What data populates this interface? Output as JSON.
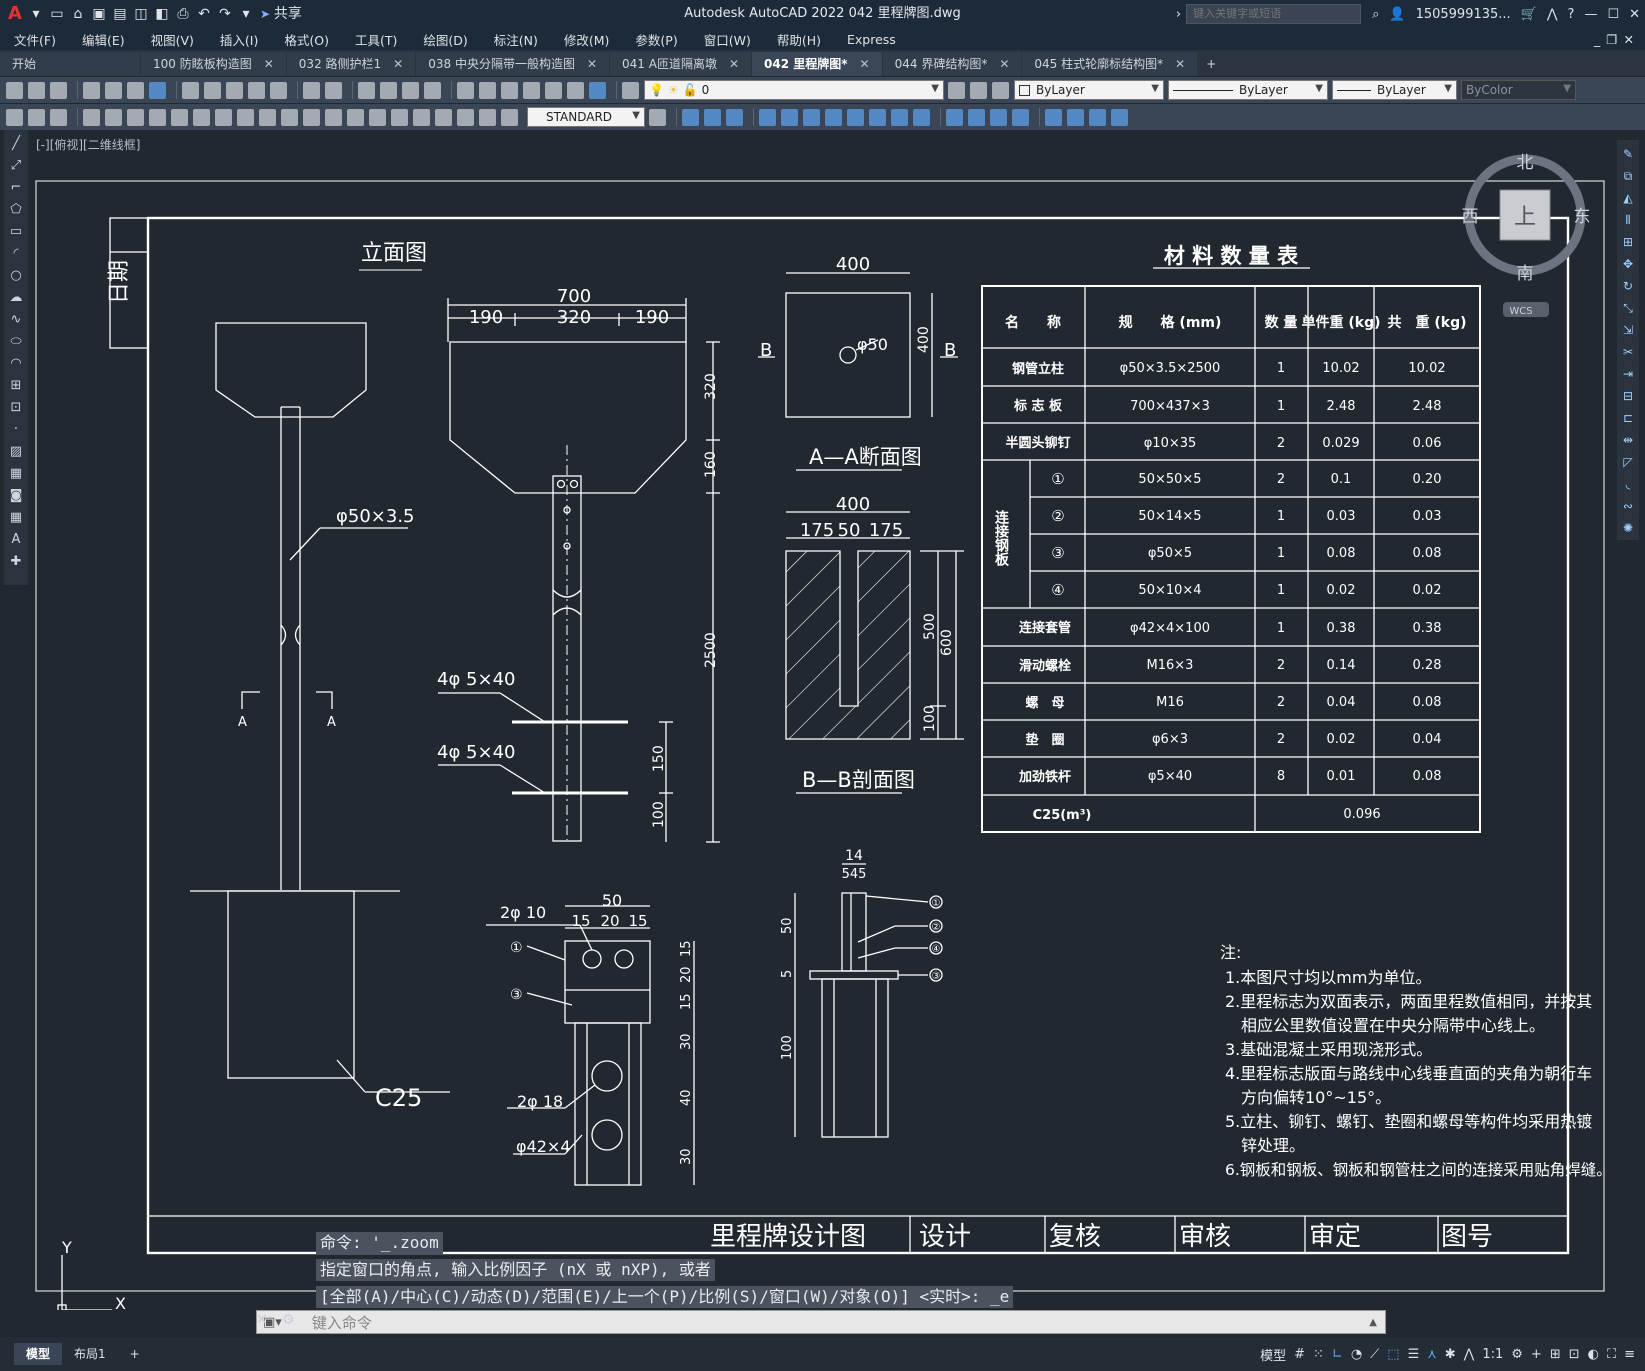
{
  "app": {
    "title": "Autodesk AutoCAD 2022    042 里程牌图.dwg",
    "search_placeholder": "键入关键字或短语",
    "user": "1505999135...",
    "share": "共享",
    "logo": "A"
  },
  "menu": [
    "文件(F)",
    "编辑(E)",
    "视图(V)",
    "插入(I)",
    "格式(O)",
    "工具(T)",
    "绘图(D)",
    "标注(N)",
    "修改(M)",
    "参数(P)",
    "窗口(W)",
    "帮助(H)",
    "Express"
  ],
  "tabs": [
    {
      "label": "开始"
    },
    {
      "label": "100 防眩板构造图"
    },
    {
      "label": "032 路侧护栏1"
    },
    {
      "label": "038 中央分隔带一般构造图"
    },
    {
      "label": "041 A匝道隔离墩"
    },
    {
      "label": "042 里程牌图*",
      "active": true
    },
    {
      "label": "044 界碑结构图*"
    },
    {
      "label": "045 柱式轮廓标结构图*"
    }
  ],
  "toolbar": {
    "layer": "0",
    "color": "ByLayer",
    "linetype": "ByLayer",
    "lineweight": "ByLayer",
    "plotstyle": "ByColor",
    "textstyle": "STANDARD"
  },
  "view_label": "[-][俯视][二维线框]",
  "viewcube": {
    "north": "北",
    "south": "南",
    "east": "东",
    "west": "西",
    "top": "上",
    "wcs": "WCS"
  },
  "drawing": {
    "elev_title": "立面图",
    "date": "日期",
    "pipe": "φ50×3.5",
    "c25": "C25",
    "secA": "A",
    "dim700": "700",
    "dim190": "190",
    "dim320": "320",
    "dim320v": "320",
    "dim160": "160",
    "dim2500": "2500",
    "dim150": "150",
    "dim100": "100",
    "bolt1": "4φ 5×40",
    "bolt2": "4φ 5×40",
    "aa_w": "400",
    "aa_h": "400",
    "aa_d": "φ50",
    "aa_b": "B",
    "aa_title": "A—A断面图",
    "bb_w": "400",
    "bb_175a": "175",
    "bb_50": "50",
    "bb_175b": "175",
    "bb_500": "500",
    "bb_600": "600",
    "bb_100": "100",
    "bb_title": "B—B剖面图",
    "dt_50": "50",
    "dt_15a": "15",
    "dt_20": "20",
    "dt_15b": "15",
    "dt_h10": "2φ 10",
    "dt_h18": "2φ 18",
    "dt_t": "φ42×4",
    "dt_v15a": "15",
    "dt_v20": "20",
    "dt_v15b": "15",
    "dt_v30a": "30",
    "dt_v40": "40",
    "dt_v30b": "30",
    "sd_14": "14",
    "sd_54": "545",
    "sd_50": "50",
    "sd_5": "5",
    "sd_100": "100",
    "c1": "①",
    "c2": "②",
    "c3": "③",
    "c4": "④"
  },
  "table": {
    "title": "材 料 数 量 表",
    "headers": [
      "名　　称",
      "规　　格\n(mm)",
      "数 量",
      "单件重\n(kg)",
      "共　重\n(kg)"
    ],
    "rows": [
      [
        "钢管立柱",
        "φ50×3.5×2500",
        "1",
        "10.02",
        "10.02"
      ],
      [
        "标 志 板",
        "700×437×3",
        "1",
        "2.48",
        "2.48"
      ],
      [
        "半圆头铆钉",
        "φ10×35",
        "2",
        "0.029",
        "0.06"
      ],
      [
        "①",
        "50×50×5",
        "2",
        "0.1",
        "0.20"
      ],
      [
        "②",
        "50×14×5",
        "1",
        "0.03",
        "0.03"
      ],
      [
        "③",
        "φ50×5",
        "1",
        "0.08",
        "0.08"
      ],
      [
        "④",
        "50×10×4",
        "1",
        "0.02",
        "0.02"
      ],
      [
        "连接套管",
        "φ42×4×100",
        "1",
        "0.38",
        "0.38"
      ],
      [
        "滑动螺栓",
        "M16×3",
        "2",
        "0.14",
        "0.28"
      ],
      [
        "螺　母",
        "M16",
        "2",
        "0.04",
        "0.08"
      ],
      [
        "垫　圈",
        "φ6×3",
        "2",
        "0.02",
        "0.04"
      ],
      [
        "加劲铁杆",
        "φ5×40",
        "8",
        "0.01",
        "0.08"
      ]
    ],
    "group": "连接钢板",
    "c25_label": "C25(m³)",
    "c25_value": "0.096"
  },
  "notes": {
    "head": "注:",
    "items": [
      "1.本图尺寸均以mm为单位。",
      "2.里程标志为双面表示，两面里程数值相同，并按其",
      "相应公里数值设置在中央分隔带中心线上。",
      "3.基础混凝土采用现浇形式。",
      "4.里程标志版面与路线中心线垂直面的夹角为朝行车",
      "方向偏转10°~15°。",
      "5.立柱、铆钉、螺钉、垫圈和螺母等构件均采用热镀",
      "锌处理。",
      "6.钢板和钢板、钢板和钢管柱之间的连接采用贴角焊缝。"
    ]
  },
  "titleblock": [
    "里程牌设计图",
    "设计",
    "复核",
    "审核",
    "审定",
    "图号"
  ],
  "ucs": {
    "x": "X",
    "y": "Y"
  },
  "command": {
    "line1": "命令: '_.zoom",
    "line2": "指定窗口的角点, 输入比例因子 (nX 或 nXP), 或者",
    "line3": "[全部(A)/中心(C)/动态(D)/范围(E)/上一个(P)/比例(S)/窗口(W)/对象(O)] <实时>: _e",
    "placeholder": "键入命令"
  },
  "status": {
    "tabs": [
      "模型",
      "布局1"
    ],
    "model": "模型",
    "scale": "1:1"
  }
}
